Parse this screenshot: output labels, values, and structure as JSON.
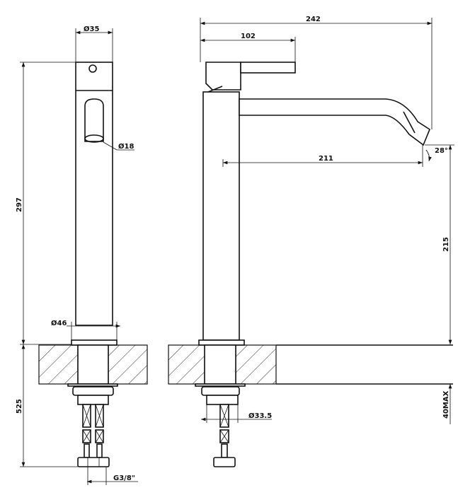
{
  "title": "Tall basin mixer technical drawing",
  "dimensions": {
    "front_top_diameter": "Ø35",
    "front_spout_diameter": "Ø18",
    "front_height": "297",
    "base_diameter": "Ø46",
    "hose_length": "525",
    "connection_thread": "G3/8\"",
    "overall_depth": "242",
    "handle_length": "102",
    "spout_angle": "28°",
    "spout_reach": "211",
    "spout_height": "215",
    "shank_diameter": "Ø33.5",
    "max_counter_thickness": "40MAX"
  },
  "colors": {
    "line": "#111111",
    "background": "#ffffff"
  }
}
